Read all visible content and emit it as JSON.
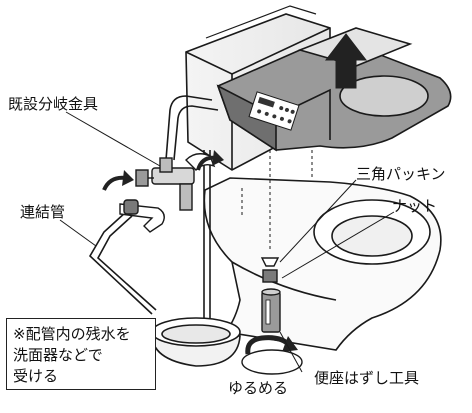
{
  "labels": {
    "existing_branch_fitting": "既設分岐金具",
    "connecting_pipe": "連結管",
    "triangle_packing": "三角パッキン",
    "nut": "ナット",
    "loosen": "ゆるめる",
    "seat_removal_tool": "便座はずし工具"
  },
  "note": {
    "line1": "※配管内の残水を",
    "line2": "洗面器などで",
    "line3": "受ける"
  },
  "colors": {
    "line": "#1a1a1a",
    "panel_dark": "#6f6f6f",
    "panel_mid": "#9a9a9a",
    "panel_light": "#cfcfcf",
    "arrow_dark": "#222222"
  }
}
